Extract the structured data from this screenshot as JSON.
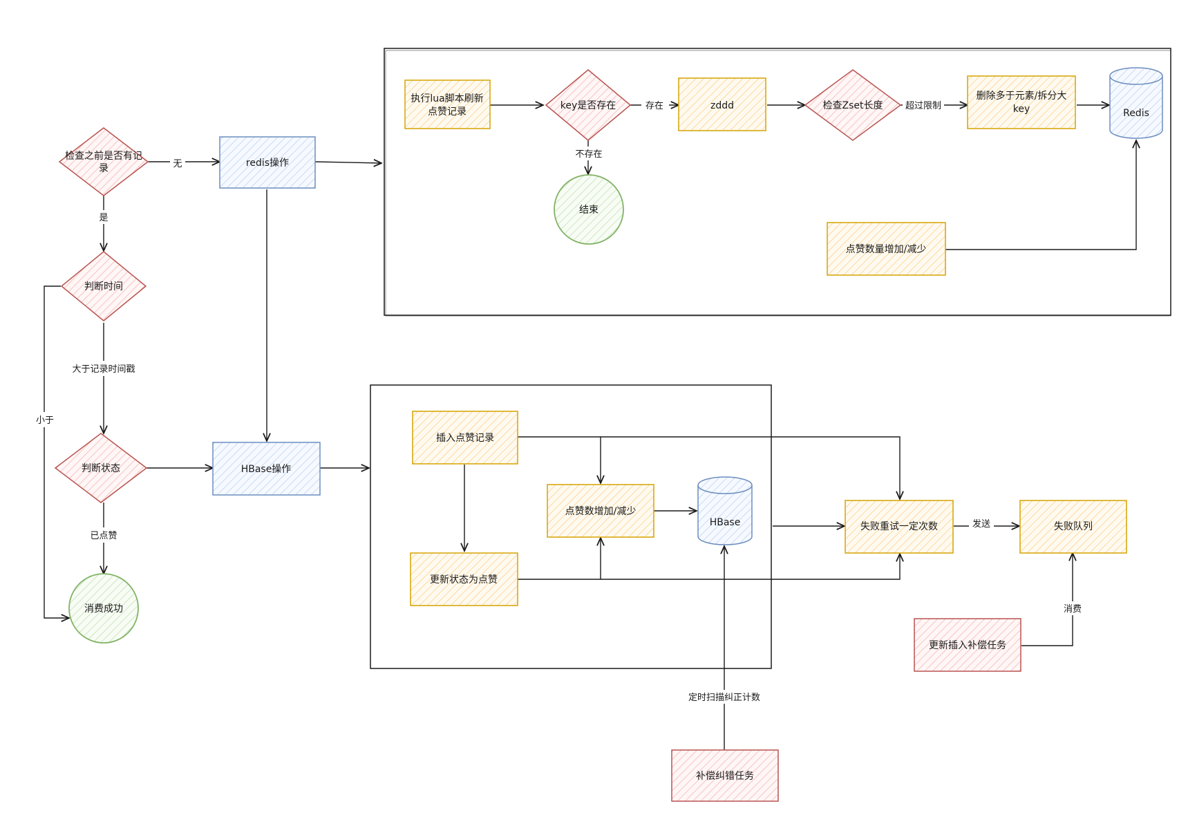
{
  "colors": {
    "yellow_stroke": "#d6a300",
    "yellow_fill": "#fff2cc",
    "red_stroke": "#b85450",
    "red_fill": "#f8cecc",
    "blue_stroke": "#6c8ebf",
    "blue_fill": "#dae8fc",
    "green_stroke": "#82b366",
    "green_fill": "#d5e8d4",
    "line": "#1a1a1a"
  },
  "nodes": {
    "check_record": [
      "检查之前是否有记",
      "录"
    ],
    "judge_time": [
      "判断时间"
    ],
    "judge_state": [
      "判断状态"
    ],
    "consume_success": [
      "消费成功"
    ],
    "redis_op": [
      "redis操作"
    ],
    "hbase_op": [
      "HBase操作"
    ],
    "exec_lua": [
      "执行lua脚本刷新",
      "点赞记录"
    ],
    "key_exists": [
      "key是否存在"
    ],
    "zddd": [
      "zddd"
    ],
    "check_zset": [
      "检查Zset长度"
    ],
    "delete_split": [
      "删除多于元素/拆分大",
      "key"
    ],
    "redis_db": [
      "Redis"
    ],
    "end": [
      "结束"
    ],
    "like_count_redis": [
      "点赞数量增加/减少"
    ],
    "insert_record": [
      "插入点赞记录"
    ],
    "like_count_hbase": [
      "点赞数增加/减少"
    ],
    "hbase_db": [
      "HBase"
    ],
    "update_state": [
      "更新状态为点赞"
    ],
    "retry": [
      "失败重试一定次数"
    ],
    "fail_queue": [
      "失败队列"
    ],
    "update_comp": [
      "更新插入补偿任务"
    ],
    "comp_task": [
      "补偿纠错任务"
    ]
  },
  "edge_labels": {
    "none": "无",
    "yes": "是",
    "greater": "大于记录时间戳",
    "less": "小于",
    "liked": "已点赞",
    "exists": "存在",
    "not_exists": "不存在",
    "over_limit": "超过限制",
    "send": "发送",
    "consume": "消费",
    "scan": "定时扫描纠正计数"
  }
}
